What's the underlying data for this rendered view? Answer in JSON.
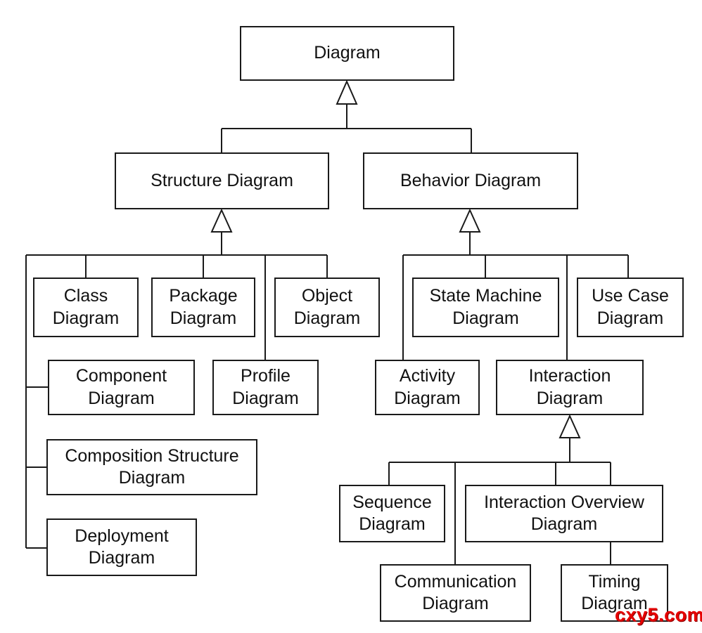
{
  "diagram_type": "UML diagram taxonomy tree",
  "nodes": {
    "diagram": {
      "label": "Diagram"
    },
    "structure": {
      "label": "Structure Diagram"
    },
    "behavior": {
      "label": "Behavior Diagram"
    },
    "class": {
      "label": "Class\nDiagram"
    },
    "package": {
      "label": "Package\nDiagram"
    },
    "object": {
      "label": "Object\nDiagram"
    },
    "state_machine": {
      "label": "State Machine\nDiagram"
    },
    "use_case": {
      "label": "Use Case\nDiagram"
    },
    "component": {
      "label": "Component\nDiagram"
    },
    "profile": {
      "label": "Profile\nDiagram"
    },
    "activity": {
      "label": "Activity\nDiagram"
    },
    "interaction": {
      "label": "Interaction\nDiagram"
    },
    "composition_structure": {
      "label": "Composition Structure\nDiagram"
    },
    "deployment": {
      "label": "Deployment\nDiagram"
    },
    "sequence": {
      "label": "Sequence\nDiagram"
    },
    "interaction_overview": {
      "label": "Interaction Overview\nDiagram"
    },
    "communication": {
      "label": "Communication\nDiagram"
    },
    "timing": {
      "label": "Timing\nDiagram"
    }
  },
  "edges": [
    {
      "from": "Structure Diagram",
      "to": "Diagram",
      "type": "generalization"
    },
    {
      "from": "Behavior Diagram",
      "to": "Diagram",
      "type": "generalization"
    },
    {
      "from": "Class Diagram",
      "to": "Structure Diagram",
      "type": "generalization"
    },
    {
      "from": "Package Diagram",
      "to": "Structure Diagram",
      "type": "generalization"
    },
    {
      "from": "Object Diagram",
      "to": "Structure Diagram",
      "type": "generalization"
    },
    {
      "from": "Component Diagram",
      "to": "Structure Diagram",
      "type": "generalization"
    },
    {
      "from": "Profile Diagram",
      "to": "Structure Diagram",
      "type": "generalization"
    },
    {
      "from": "Composition Structure Diagram",
      "to": "Structure Diagram",
      "type": "generalization"
    },
    {
      "from": "Deployment Diagram",
      "to": "Structure Diagram",
      "type": "generalization"
    },
    {
      "from": "State Machine Diagram",
      "to": "Behavior Diagram",
      "type": "generalization"
    },
    {
      "from": "Use Case Diagram",
      "to": "Behavior Diagram",
      "type": "generalization"
    },
    {
      "from": "Activity Diagram",
      "to": "Behavior Diagram",
      "type": "generalization"
    },
    {
      "from": "Interaction Diagram",
      "to": "Behavior Diagram",
      "type": "generalization"
    },
    {
      "from": "Sequence Diagram",
      "to": "Interaction Diagram",
      "type": "generalization"
    },
    {
      "from": "Communication Diagram",
      "to": "Interaction Diagram",
      "type": "generalization"
    },
    {
      "from": "Interaction Overview Diagram",
      "to": "Interaction Diagram",
      "type": "generalization"
    },
    {
      "from": "Timing Diagram",
      "to": "Interaction Diagram",
      "type": "generalization"
    }
  ],
  "watermark": {
    "text": "cxy5.com",
    "color": "#e60000"
  },
  "colors": {
    "line": "#1a1a1a",
    "box_background": "#ffffff",
    "text": "#111111",
    "background": "#ffffff"
  }
}
